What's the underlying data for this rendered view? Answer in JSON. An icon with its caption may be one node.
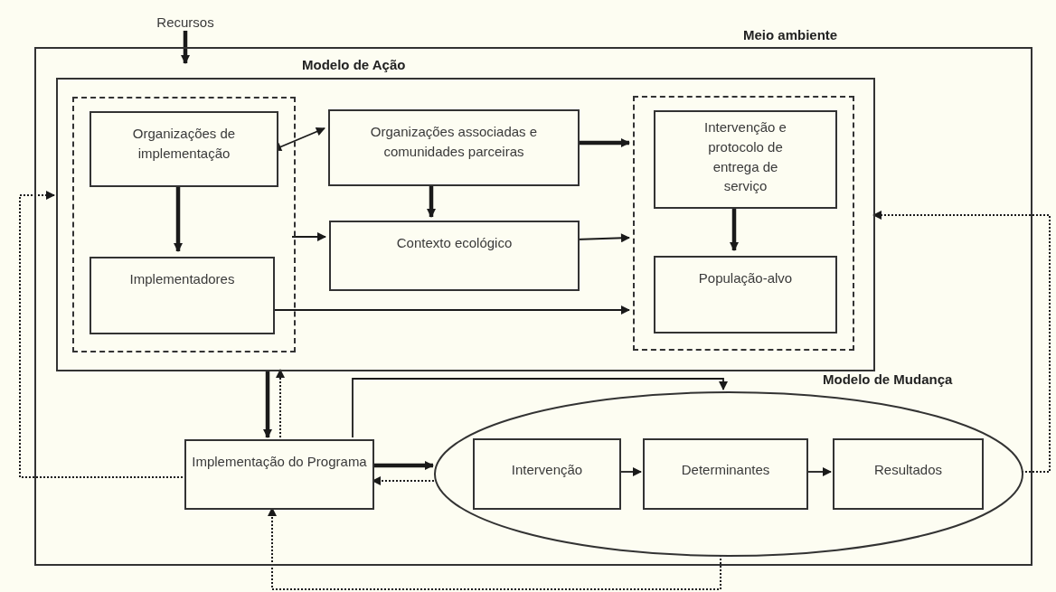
{
  "diagram": {
    "nodes": [
      {
        "text": [
          "Meio ambiente"
        ]
      },
      {
        "text": [
          "Modelo de Ação"
        ],
        "in": 0
      },
      {
        "text": [],
        "shape": "box",
        "in": 1
      },
      {
        "text": [
          "Organizações de implementação"
        ],
        "in": 2
      },
      {
        "text": [
          "Implementadores"
        ],
        "in": 2
      },
      {
        "text": [
          "Organizações associadas e comunidades parceiras"
        ],
        "in": 1
      },
      {
        "text": [
          "Contexto ecológico"
        ],
        "in": 1
      },
      {
        "text": [],
        "shape": "box",
        "in": 1
      },
      {
        "text": [
          "Intervenção e protocolo de entrega de serviço"
        ],
        "in": 7
      },
      {
        "text": [
          "População-alvo"
        ],
        "in": 7
      },
      {
        "text": [
          "Implementação do Programa"
        ],
        "in": 0
      },
      {
        "text": [
          "Modelo de Mudança"
        ],
        "in": 0
      },
      {
        "text": [
          "Intervenção"
        ],
        "in": 11
      },
      {
        "text": [
          "Determinantes"
        ],
        "in": 11
      },
      {
        "text": [
          "Resultados"
        ],
        "in": 11
      },
      {
        "text": [
          "Recursos"
        ]
      }
    ],
    "edges": [
      {
        "from": 15,
        "to": 0,
        "arrow": "to",
        "style": "thick"
      },
      {
        "from": 3,
        "to": 5,
        "arrow": "both"
      },
      {
        "from": 3,
        "to": 4,
        "arrow": "to",
        "style": "thick"
      },
      {
        "from": 5,
        "to": 6,
        "arrow": "to",
        "style": "thick"
      },
      {
        "from": 5,
        "to": 7,
        "arrow": "to",
        "style": "thick"
      },
      {
        "from": 2,
        "to": 6,
        "arrow": "to"
      },
      {
        "from": 6,
        "to": 7,
        "arrow": "to"
      },
      {
        "from": 4,
        "to": 7,
        "arrow": "to"
      },
      {
        "from": 8,
        "to": 9,
        "arrow": "to",
        "style": "thick"
      },
      {
        "from": 1,
        "to": 10,
        "arrow": "to",
        "style": "thick"
      },
      {
        "from": 10,
        "to": 1,
        "arrow": "to",
        "style": "dashed"
      },
      {
        "from": 10,
        "to": 11,
        "arrow": "to",
        "style": "thick"
      },
      {
        "from": 11,
        "to": 10,
        "arrow": "to",
        "style": "dashed"
      },
      {
        "from": 10,
        "to": 11,
        "arrow": "to"
      },
      {
        "from": 12,
        "to": 13,
        "arrow": "to"
      },
      {
        "from": 13,
        "to": 14,
        "arrow": "to"
      },
      {
        "from": 11,
        "to": 1,
        "arrow": "to",
        "style": "dashed"
      },
      {
        "from": 10,
        "to": 1,
        "arrow": "to",
        "style": "dashed"
      },
      {
        "from": 11,
        "to": 10,
        "arrow": "to",
        "style": "dashed"
      }
    ]
  }
}
